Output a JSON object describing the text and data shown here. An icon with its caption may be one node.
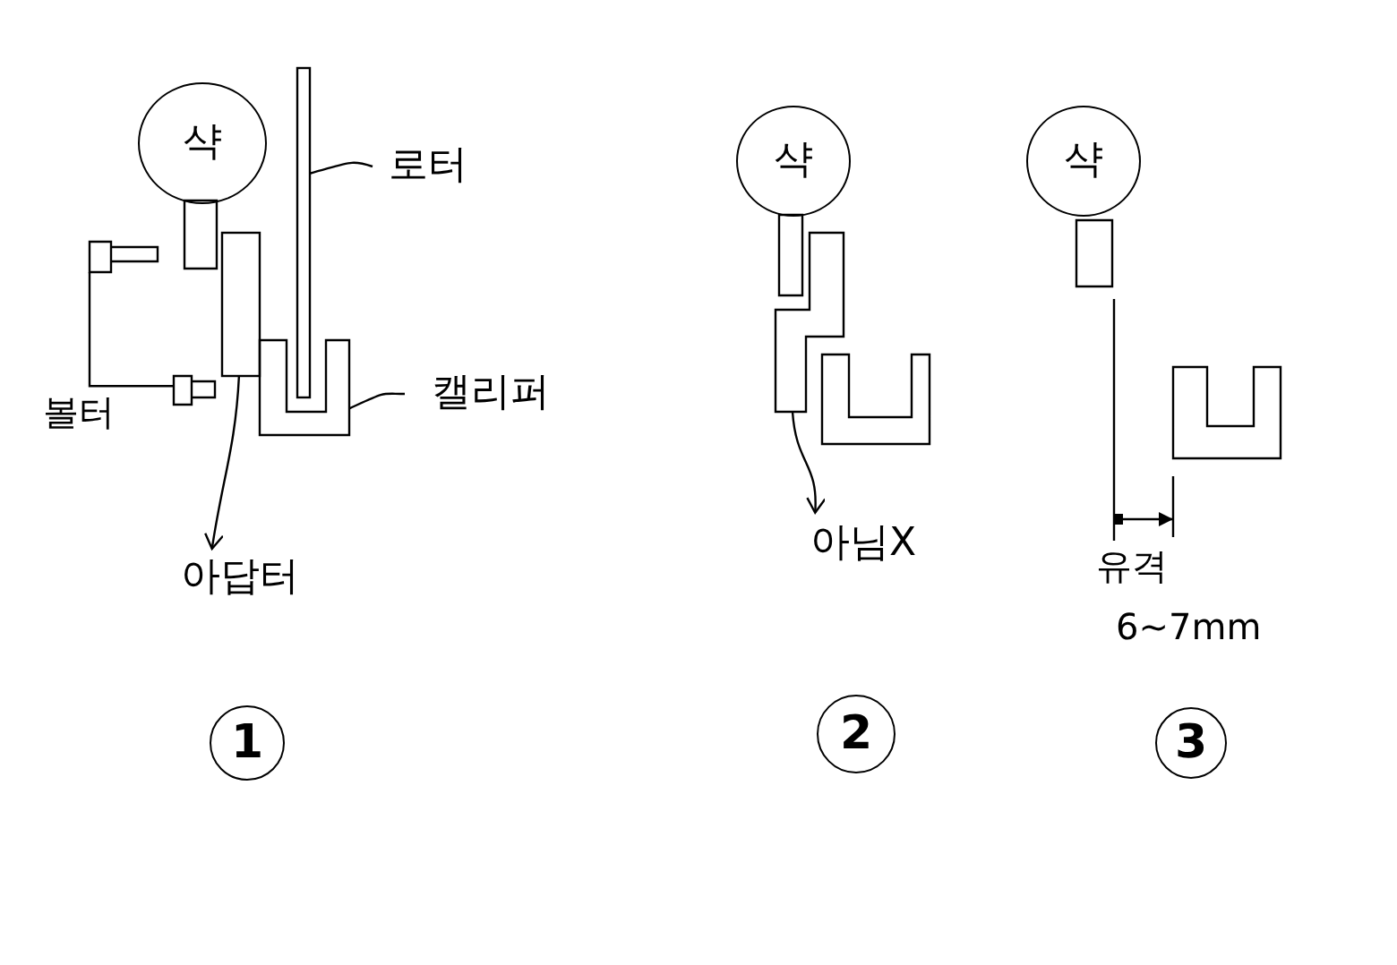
{
  "diagram": {
    "nodes": [
      {
        "text": [
          "샥"
        ]
      },
      {
        "text": [],
        "shape": "bar"
      },
      {
        "text": [
          "로터"
        ]
      },
      {
        "text": [],
        "shape": "box"
      },
      {
        "text": [
          "캘리퍼"
        ]
      },
      {
        "text": [],
        "shape": "box"
      },
      {
        "text": [],
        "shape": "box"
      },
      {
        "text": [],
        "shape": "bar"
      },
      {
        "text": [
          "아답터"
        ]
      },
      {
        "text": [
          "1"
        ]
      },
      {
        "text": [
          "샥"
        ]
      },
      {
        "text": [],
        "shape": "box"
      },
      {
        "text": [
          "아님X"
        ]
      },
      {
        "text": [
          "2"
        ]
      },
      {
        "text": [
          "샥"
        ]
      },
      {
        "text": [
          "3"
        ]
      }
    ],
    "edges": [
      {
        "from": 2,
        "to": 1,
        "arrow": "none"
      },
      {
        "from": 4,
        "to": 3,
        "arrow": "none"
      },
      {
        "from": 5,
        "to": 6,
        "arrow": "none"
      },
      {
        "from": 7,
        "to": 8,
        "arrow": "to"
      },
      {
        "from": 11,
        "to": 12,
        "arrow": "to"
      }
    ],
    "labels": [
      "볼터",
      "유격",
      "6~7mm"
    ]
  }
}
